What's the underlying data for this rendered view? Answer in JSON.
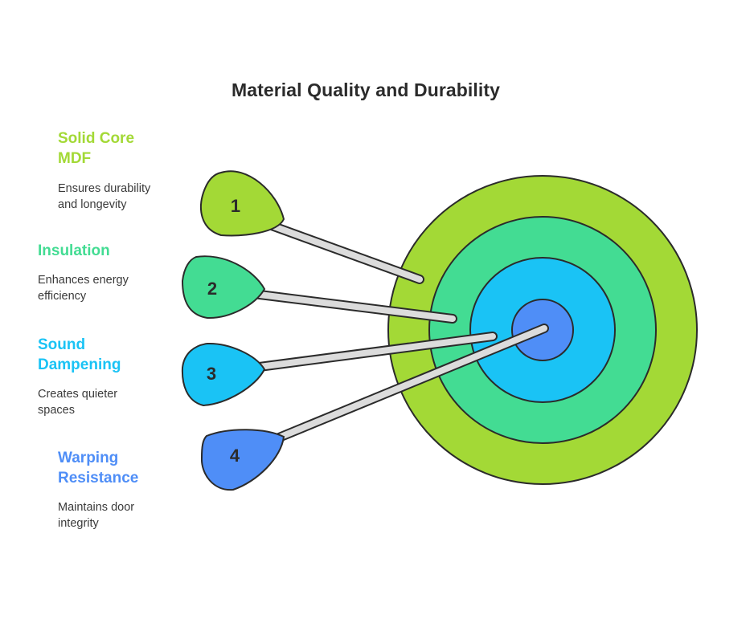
{
  "title": "Material Quality and Durability",
  "colors": {
    "ring_outer": "#a3d936",
    "ring_second": "#43dc93",
    "ring_third": "#1ac3f5",
    "ring_center": "#4f8ef7",
    "outline": "#2b2b2b",
    "shaft": "#dcdcdc"
  },
  "items": [
    {
      "number": "1",
      "title": "Solid Core MDF",
      "description": "Ensures durability and longevity",
      "color": "#a3d936"
    },
    {
      "number": "2",
      "title": "Insulation",
      "description": "Enhances energy efficiency",
      "color": "#43dc93"
    },
    {
      "number": "3",
      "title": "Sound Dampening",
      "description": "Creates quieter spaces",
      "color": "#1ac3f5"
    },
    {
      "number": "4",
      "title": "Warping Resistance",
      "description": "Maintains door integrity",
      "color": "#4f8ef7"
    }
  ]
}
